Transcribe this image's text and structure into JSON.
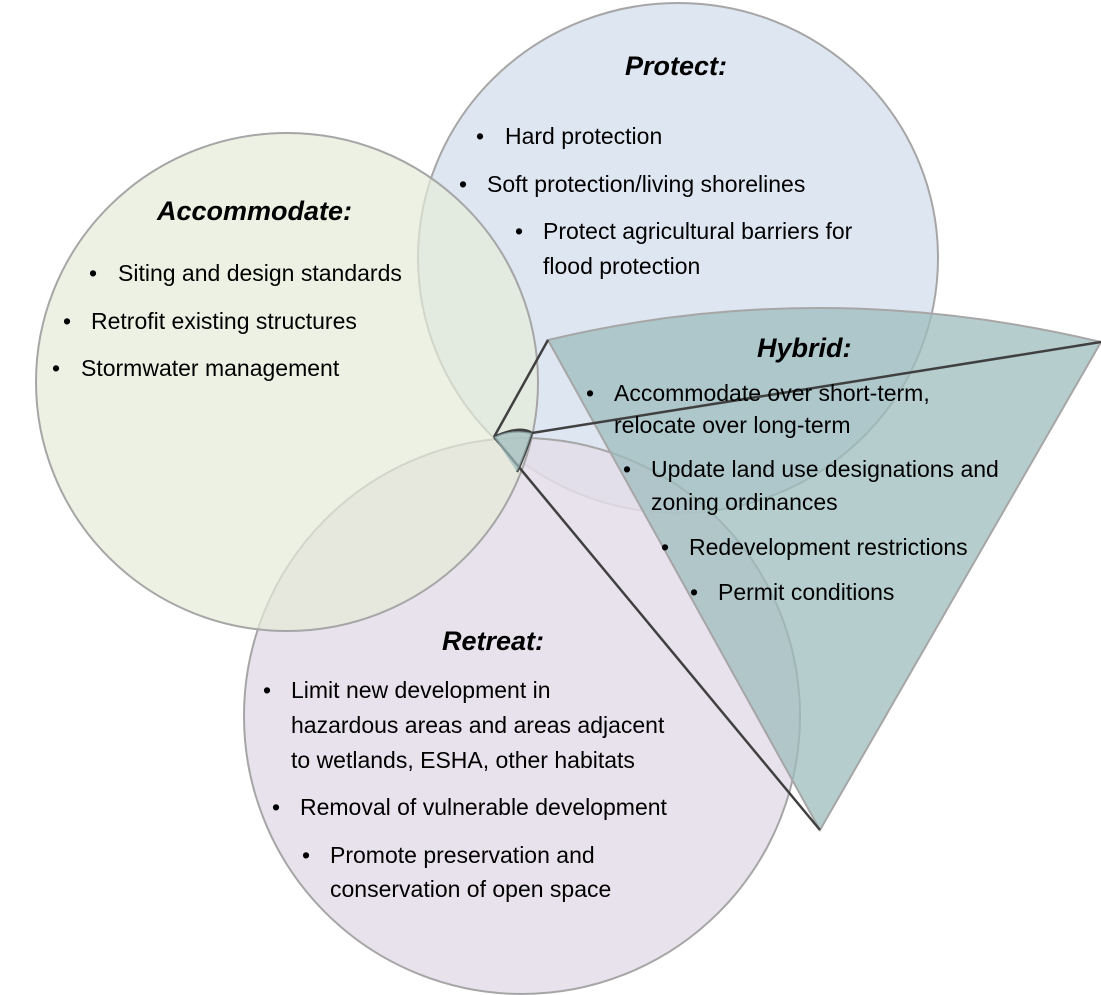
{
  "regions": {
    "protect": {
      "title": "Protect:",
      "fill": "#dae3f0",
      "items": [
        "Hard protection",
        "Soft protection/living shorelines",
        "Protect agricultural barriers for",
        "flood protection"
      ]
    },
    "accommodate": {
      "title": "Accommodate:",
      "fill": "#e6ebd9",
      "items": [
        "Siting and design standards",
        "Retrofit existing structures",
        "Stormwater management"
      ]
    },
    "retreat": {
      "title": "Retreat:",
      "fill": "#e3dde9",
      "items": [
        "Limit new development in",
        "hazardous areas and areas adjacent",
        "to wetlands, ESHA, other habitats",
        "Removal of vulnerable development",
        "Promote preservation and",
        "conservation of open space"
      ]
    },
    "hybrid": {
      "title": "Hybrid:",
      "fill": "#9ebcbe",
      "items": [
        "Accommodate over short-term,",
        "relocate over long-term",
        "Update land use designations and",
        "zoning ordinances",
        "Redevelopment restrictions",
        "Permit conditions"
      ]
    }
  },
  "bullet_glyph": "•",
  "colors": {
    "outline": "#a6a6a6",
    "wedge_edge": "#404040",
    "text": "#000000"
  }
}
